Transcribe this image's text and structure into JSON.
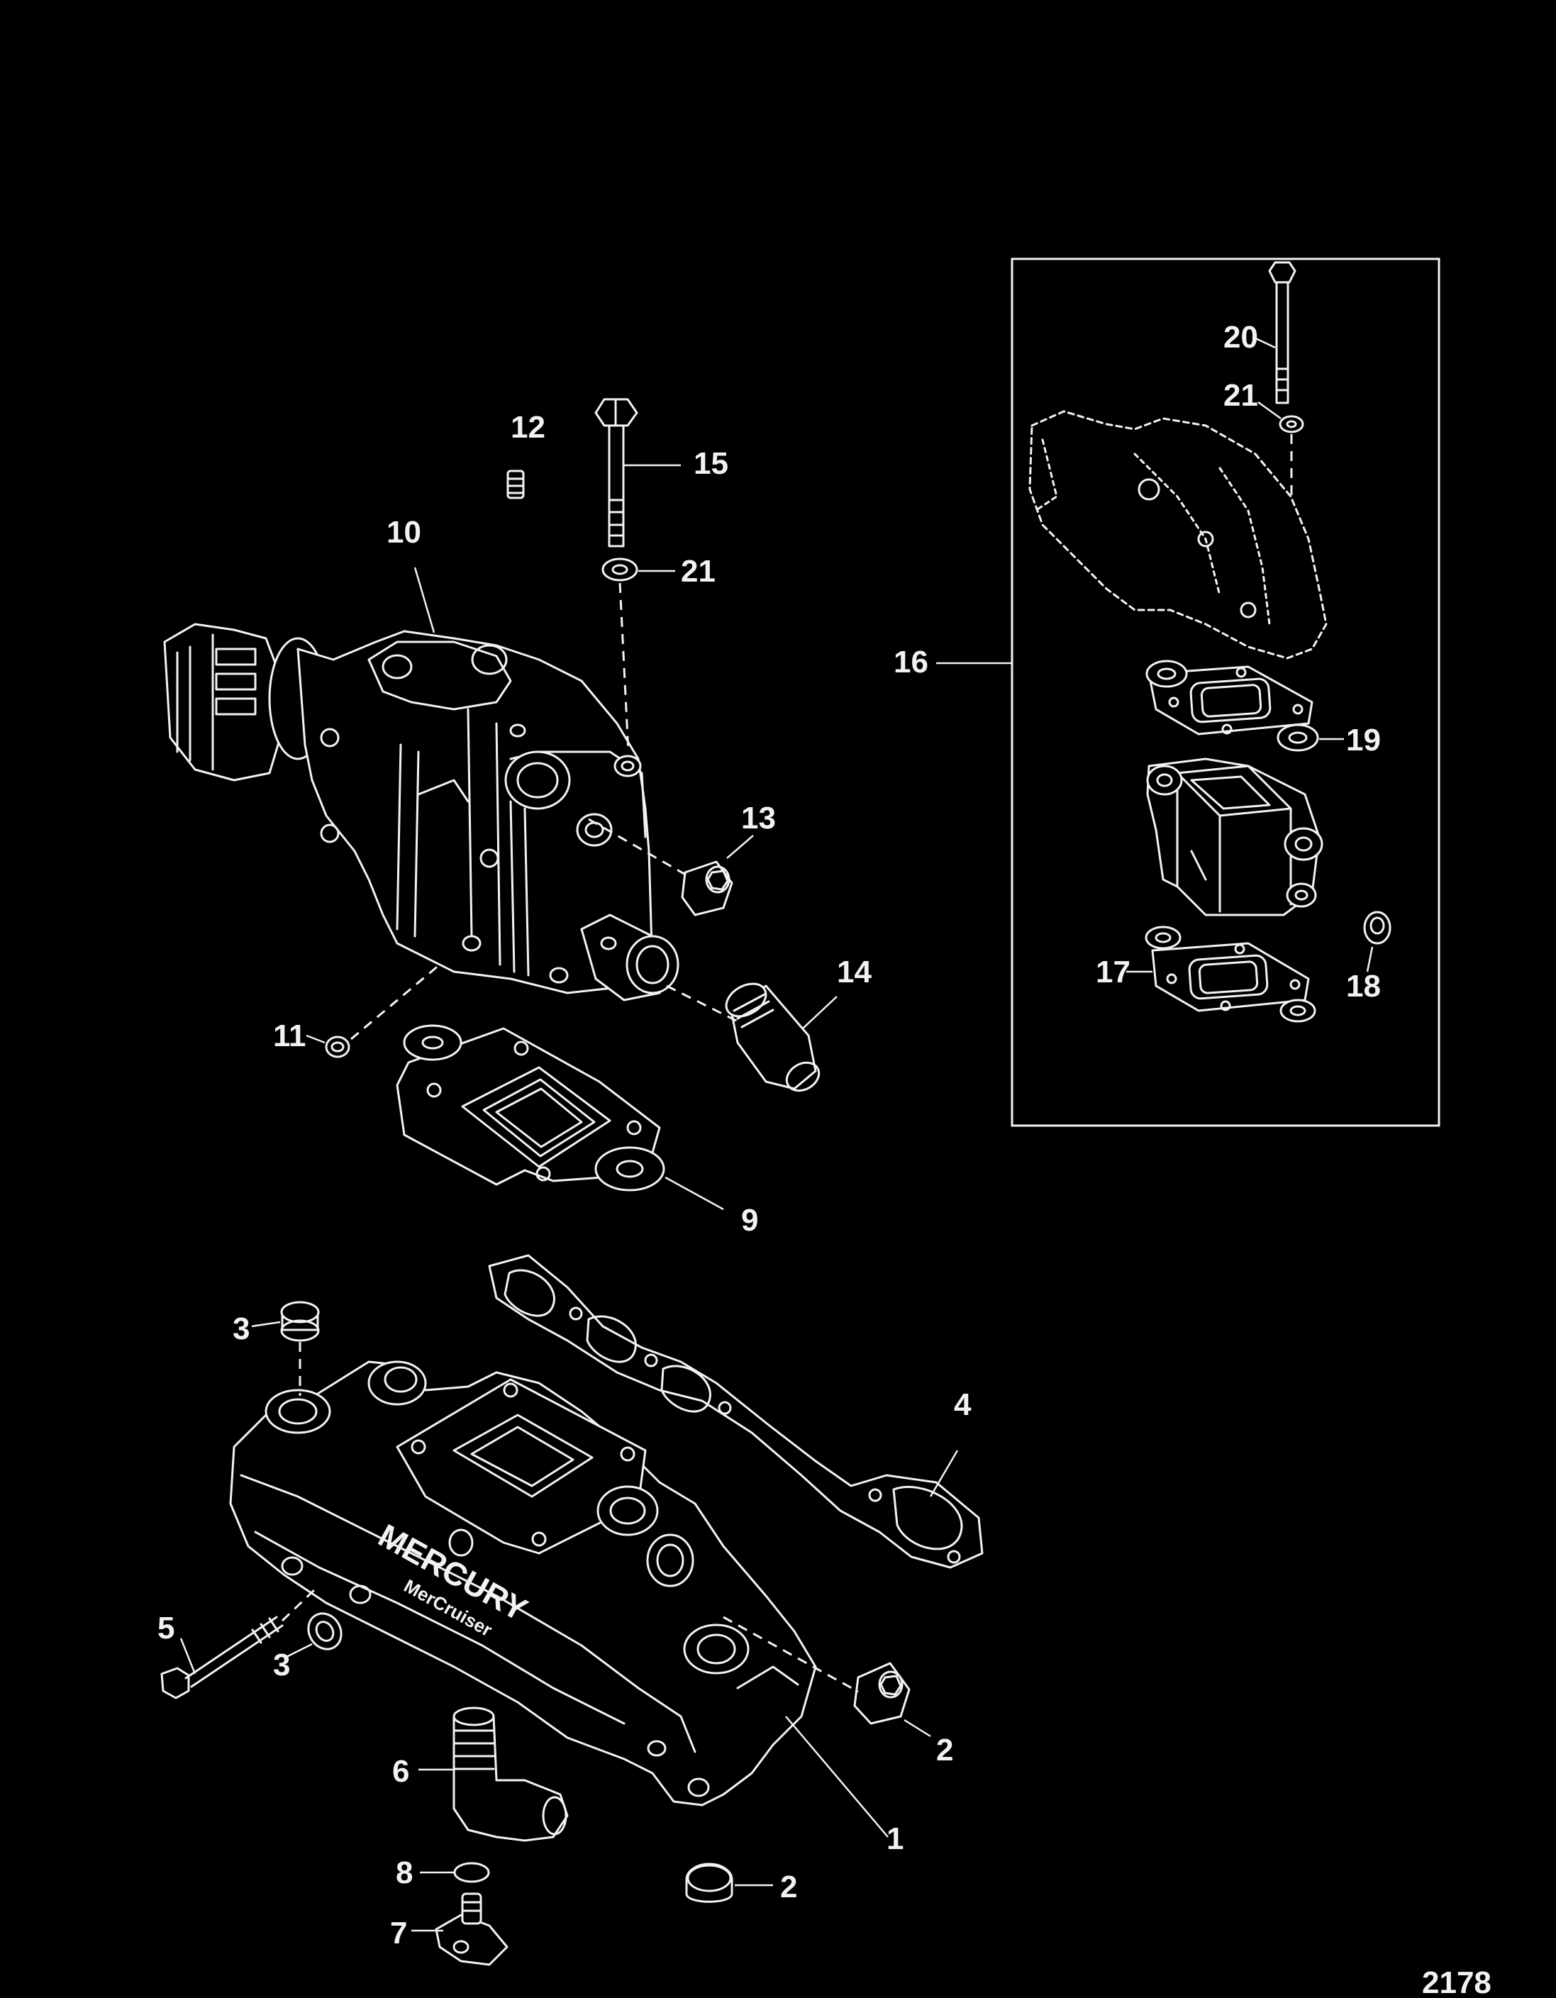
{
  "callouts": [
    "1",
    "2",
    "2",
    "3",
    "3",
    "4",
    "5",
    "6",
    "7",
    "8",
    "9",
    "10",
    "11",
    "12",
    "13",
    "14",
    "15",
    "16",
    "17",
    "18",
    "19",
    "20",
    "21",
    "21"
  ],
  "brand": {
    "main": "MERCURY",
    "sub": "MerCruiser"
  },
  "figure_id": "2178"
}
